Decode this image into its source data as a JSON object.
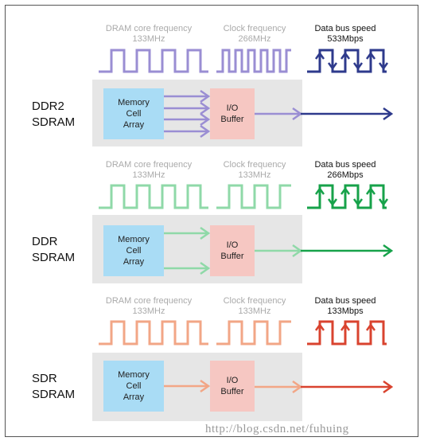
{
  "colors": {
    "ddr2_light": "#9a8ed3",
    "ddr2_dark": "#2e3a8c",
    "ddr_light": "#8fd9a8",
    "ddr_dark": "#17a24a",
    "sdr_light": "#f2a686",
    "sdr_dark": "#d9432f",
    "memory_cell_fill": "#a9dcf5",
    "io_buffer_fill": "#f6c7c2",
    "band_fill": "#e6e6e6"
  },
  "sections": [
    {
      "id": "ddr2",
      "type_label": "DDR2\nSDRAM",
      "core_label": "DRAM core frequency",
      "core_value": "133MHz",
      "clock_label": "Clock frequency",
      "clock_value": "266MHz",
      "bus_label": "Data bus speed",
      "bus_value": "533Mbps",
      "memory_label": "Memory\nCell\nArray",
      "io_label": "I/O\nBuffer",
      "internal_paths": 4
    },
    {
      "id": "ddr",
      "type_label": "DDR\nSDRAM",
      "core_label": "DRAM core frequency",
      "core_value": "133MHz",
      "clock_label": "Clock frequency",
      "clock_value": "133MHz",
      "bus_label": "Data bus speed",
      "bus_value": "266Mbps",
      "memory_label": "Memory\nCell\nArray",
      "io_label": "I/O\nBuffer",
      "internal_paths": 2
    },
    {
      "id": "sdr",
      "type_label": "SDR\nSDRAM",
      "core_label": "DRAM core frequency",
      "core_value": "133MHz",
      "clock_label": "Clock frequency",
      "clock_value": "133MHz",
      "bus_label": "Data bus speed",
      "bus_value": "133Mbps",
      "memory_label": "Memory\nCell\nArray",
      "io_label": "I/O\nBuffer",
      "internal_paths": 1
    }
  ],
  "watermark": "http://blog.csdn.net/fuhuing"
}
